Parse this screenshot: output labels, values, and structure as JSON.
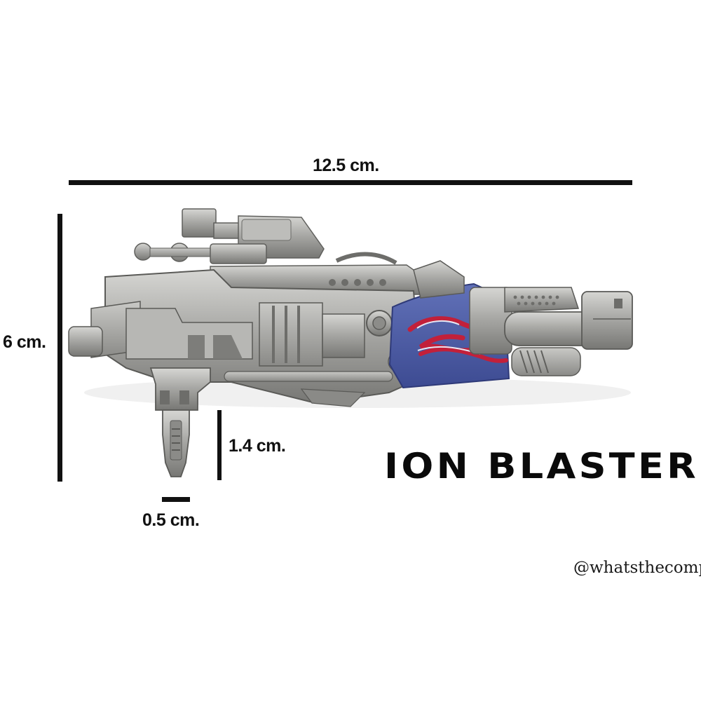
{
  "dimensions": {
    "length": "12.5 cm.",
    "height": "6 cm.",
    "grip_height": "1.4 cm.",
    "grip_width": "0.5 cm."
  },
  "product_name": "ION BLASTER",
  "watermark": "@whatsthecomp",
  "colors": {
    "background": "#ffffff",
    "metal": "#a9a9a6",
    "metal_dark": "#6d6d6a",
    "panel_blue": "#4c5ca8",
    "flame_red": "#c2203a",
    "ink": "#111111"
  }
}
